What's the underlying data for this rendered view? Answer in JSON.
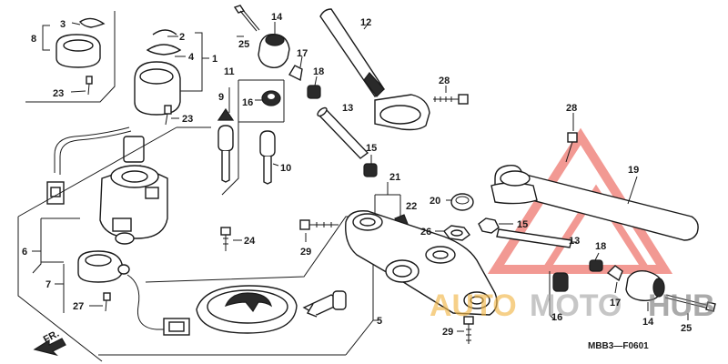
{
  "diagram": {
    "code": "MBB3—F0601",
    "front_label": "FR.",
    "callouts": [
      {
        "id": "c1",
        "text": "1"
      },
      {
        "id": "c2",
        "text": "2"
      },
      {
        "id": "c3",
        "text": "3"
      },
      {
        "id": "c4",
        "text": "4"
      },
      {
        "id": "c5",
        "text": "5"
      },
      {
        "id": "c6",
        "text": "6"
      },
      {
        "id": "c7",
        "text": "7"
      },
      {
        "id": "c8",
        "text": "8"
      },
      {
        "id": "c9",
        "text": "9"
      },
      {
        "id": "c10",
        "text": "10"
      },
      {
        "id": "c11",
        "text": "11"
      },
      {
        "id": "c12",
        "text": "12"
      },
      {
        "id": "c13a",
        "text": "13"
      },
      {
        "id": "c13b",
        "text": "13"
      },
      {
        "id": "c14a",
        "text": "14"
      },
      {
        "id": "c14b",
        "text": "14"
      },
      {
        "id": "c15a",
        "text": "15"
      },
      {
        "id": "c15b",
        "text": "15"
      },
      {
        "id": "c16a",
        "text": "16"
      },
      {
        "id": "c16b",
        "text": "16"
      },
      {
        "id": "c17a",
        "text": "17"
      },
      {
        "id": "c17b",
        "text": "17"
      },
      {
        "id": "c18a",
        "text": "18"
      },
      {
        "id": "c18b",
        "text": "18"
      },
      {
        "id": "c19",
        "text": "19"
      },
      {
        "id": "c20",
        "text": "20"
      },
      {
        "id": "c21",
        "text": "21"
      },
      {
        "id": "c22",
        "text": "22"
      },
      {
        "id": "c23a",
        "text": "23"
      },
      {
        "id": "c23b",
        "text": "23"
      },
      {
        "id": "c24",
        "text": "24"
      },
      {
        "id": "c25a",
        "text": "25"
      },
      {
        "id": "c25b",
        "text": "25"
      },
      {
        "id": "c26",
        "text": "26"
      },
      {
        "id": "c27",
        "text": "27"
      },
      {
        "id": "c28a",
        "text": "28"
      },
      {
        "id": "c28b",
        "text": "28"
      },
      {
        "id": "c29a",
        "text": "29"
      },
      {
        "id": "c29b",
        "text": "29"
      }
    ]
  },
  "watermark": {
    "part1": "AUTO",
    "part2": "MOTO",
    "part3": "HUB",
    "triangle_color": "#e8473c",
    "auto_color": "#f2b84b",
    "moto_color": "#a8a8a8",
    "hub_color": "#7d7d7d"
  }
}
